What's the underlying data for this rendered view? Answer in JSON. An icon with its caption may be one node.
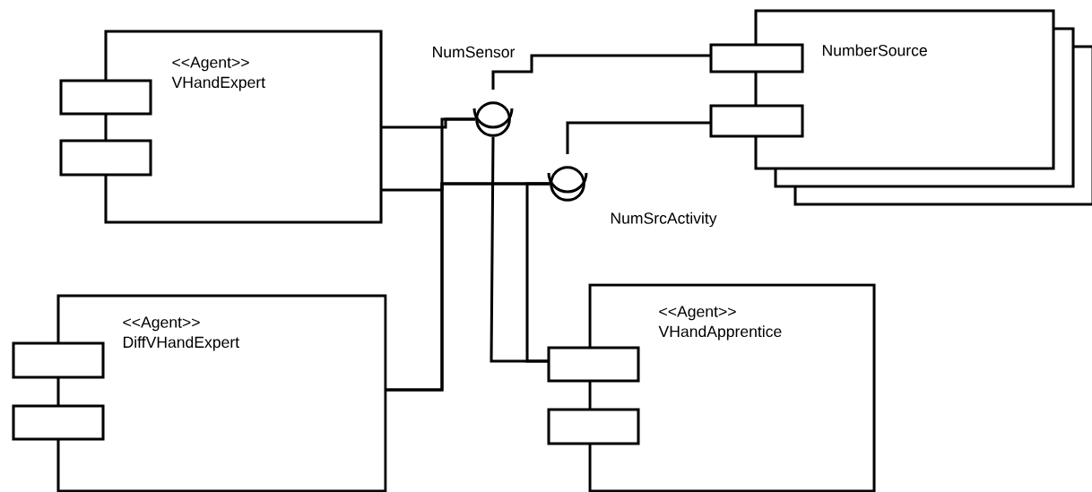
{
  "diagram": {
    "nodes": [
      {
        "text": [
          "<<Agent>>",
          "VHandExpert"
        ]
      },
      {
        "text": [
          "<<Agent>>",
          "DiffVHandExpert"
        ]
      },
      {
        "text": [
          "<<Agent>>",
          "VHandApprentice"
        ]
      },
      {
        "text": [
          "NumberSource"
        ]
      },
      {
        "text": [
          "NumSensor"
        ]
      },
      {
        "text": [
          "NumSrcActivity"
        ]
      }
    ],
    "edges": [
      {
        "from": 0,
        "to": 4,
        "arrow": "none"
      },
      {
        "from": 0,
        "to": 5,
        "arrow": "none"
      },
      {
        "from": 1,
        "to": 4,
        "arrow": "none"
      },
      {
        "from": 1,
        "to": 5,
        "arrow": "none"
      },
      {
        "from": 2,
        "to": 4,
        "arrow": "none"
      },
      {
        "from": 2,
        "to": 5,
        "arrow": "none"
      },
      {
        "from": 4,
        "to": 3,
        "arrow": "none"
      },
      {
        "from": 5,
        "to": 3,
        "arrow": "none"
      }
    ]
  }
}
